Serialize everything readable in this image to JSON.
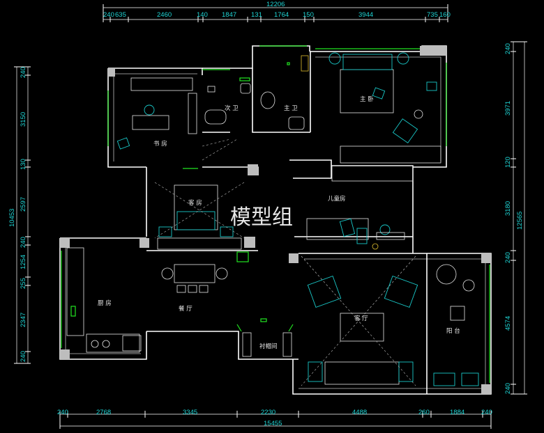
{
  "dimensions": {
    "top_total": "12206",
    "top": [
      "240",
      "635",
      "2460",
      "140",
      "1847",
      "131",
      "1764",
      "150",
      "3944",
      "735",
      "160"
    ],
    "bottom_total": "15455",
    "bottom": [
      "240",
      "2768",
      "3345",
      "2230",
      "4488",
      "260",
      "1884",
      "240"
    ],
    "left_total": "10453",
    "left": [
      "240",
      "3150",
      "130",
      "2597",
      "240",
      "1254",
      "255",
      "2347",
      "240"
    ],
    "right_total": "12565",
    "right": [
      "240",
      "3971",
      "120",
      "3180",
      "240",
      "4574",
      "240"
    ]
  },
  "rooms": {
    "study": "书 房",
    "second_bath": "次 卫",
    "master_bath": "主 卫",
    "master_bedroom": "主 卧",
    "guest_room": "客 房",
    "kids_room": "儿童房",
    "kitchen": "厨 房",
    "dining": "餐 厅",
    "cloakroom": "衬帽间",
    "living": "客 厅",
    "balcony": "阳 台"
  },
  "watermark": "模型组"
}
